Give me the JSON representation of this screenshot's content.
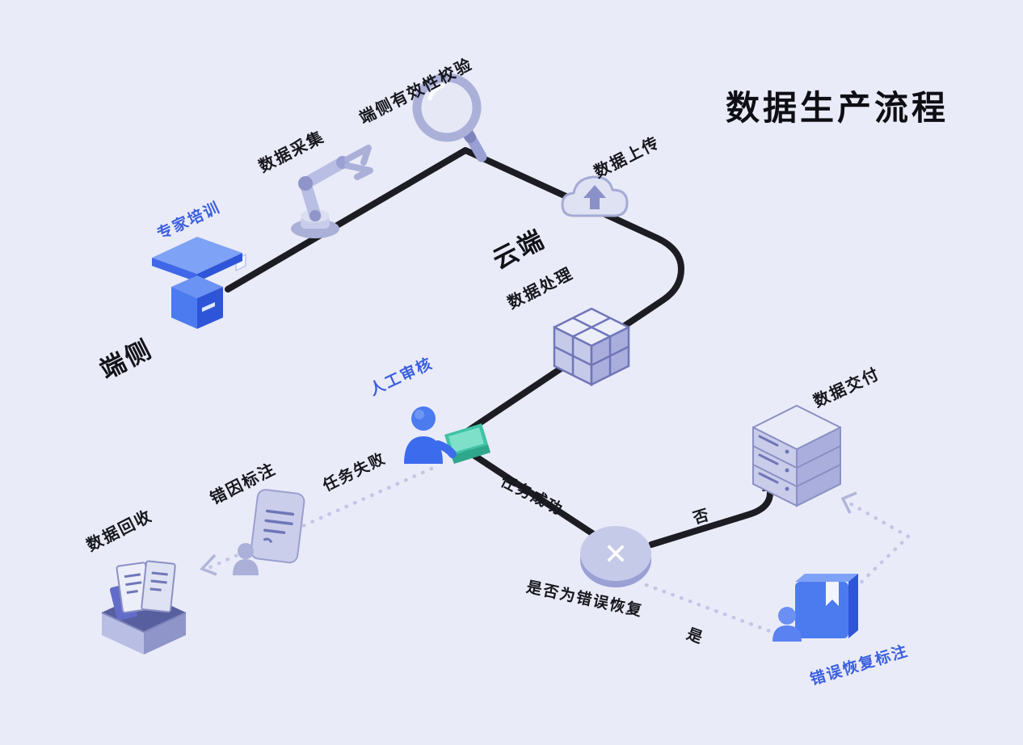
{
  "title": "数据生产流程",
  "zones": {
    "edge": "端侧",
    "cloud": "云端"
  },
  "nodes": {
    "expert_training": "专家培训",
    "data_collection": "数据采集",
    "edge_validity_check": "端侧有效性校验",
    "data_upload": "数据上传",
    "data_processing": "数据处理",
    "manual_review": "人工审核",
    "error_cause_annotation": "错因标注",
    "data_recycle": "数据回收",
    "decision_is_error_recovery": "是否为错误恢复",
    "data_delivery": "数据交付",
    "error_recovery_annotation": "错误恢复标注",
    "decision_mark": "✕"
  },
  "edges": {
    "task_failed": "任务失败",
    "task_success": "任务成功",
    "no": "否",
    "yes": "是"
  },
  "icons": {
    "expert_training": "podium-icon",
    "data_collection": "robot-arm-icon",
    "edge_validity_check": "magnifier-icon",
    "data_upload": "cloud-upload-icon",
    "data_processing": "cube-blocks-icon",
    "manual_review": "person-laptop-icon",
    "error_cause_annotation": "person-document-icon",
    "data_recycle": "box-documents-icon",
    "decision_is_error_recovery": "decision-x-icon",
    "data_delivery": "server-stack-icon",
    "error_recovery_annotation": "person-book-icon"
  },
  "colors": {
    "background": "#eaebf8",
    "flow_line": "#1c1c22",
    "dotted_line": "#c2c6e6",
    "accent_blue": "#3b5fe0",
    "icon_lavender": "#c3c7e8",
    "icon_blue": "#4c7bf0",
    "title_color": "#0e0e14"
  }
}
